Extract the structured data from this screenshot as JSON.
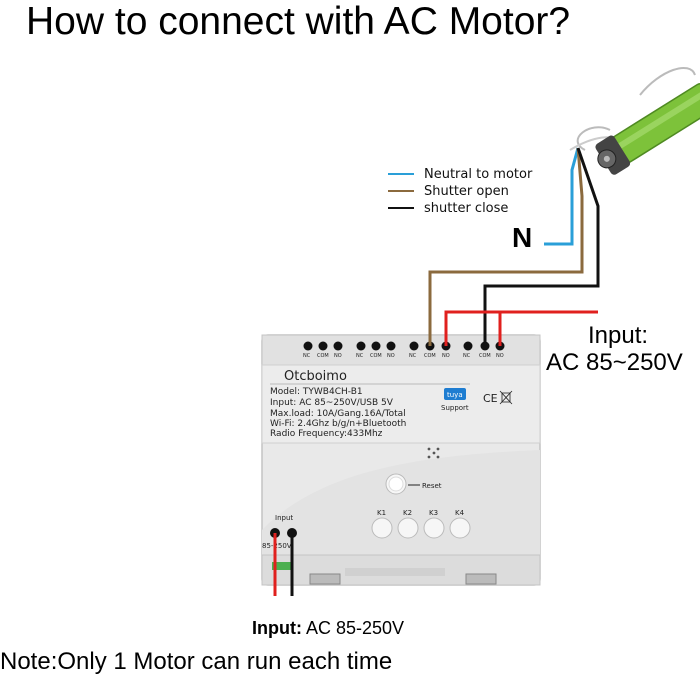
{
  "title": "How to connect with AC Motor?",
  "legend": [
    {
      "label": "Neutral to motor",
      "color": "#2a9fd8"
    },
    {
      "label": "Shutter open",
      "color": "#8b6a3e"
    },
    {
      "label": "shutter close",
      "color": "#111111"
    }
  ],
  "neutral_label": "N",
  "input_right": {
    "line1": "Input:",
    "line2": "AC 85~250V"
  },
  "device": {
    "brand": "Otcboimo",
    "model": "Model: TYWB4CH-B1",
    "input": "Input:  AC 85~250V/USB 5V",
    "maxload": "Max.load:  10A/Gang.16A/Total",
    "wifi": "Wi-Fi:  2.4Ghz b/g/n+Bluetooth",
    "radio": "Radio Frequency:433Mhz",
    "tuya": "tuya",
    "support": "Support",
    "ce": "CE",
    "reset": "Reset",
    "buttons": [
      "K1",
      "K2",
      "K3",
      "K4"
    ],
    "terminal_labels": [
      "NC",
      "COM",
      "NO",
      "NC",
      "COM",
      "NO",
      "NC",
      "COM",
      "NO",
      "NC",
      "COM",
      "NO"
    ],
    "input_top": "Input",
    "input_bottom": "85-250V"
  },
  "bottom_input": {
    "label": "Input:",
    "value": "AC 85-250V"
  },
  "note": "Note:Only 1 Motor can run each time",
  "colors": {
    "red": "#e0201e",
    "blue": "#2a9fd8",
    "brown": "#8b6a3e",
    "black": "#111111",
    "motor": "#7dc23a"
  }
}
